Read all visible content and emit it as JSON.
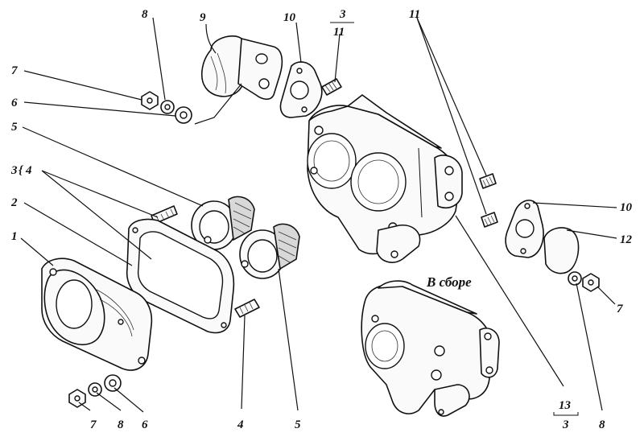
{
  "diagram": {
    "labels": {
      "l8_top": "8",
      "l9": "9",
      "l10_top": "10",
      "l3_11_num": "3",
      "l3_11_den": "11",
      "l11": "11",
      "l7_left": "7",
      "l6_left": "6",
      "l5_left": "5",
      "l3_bracket": "3",
      "l4_bracket": "4",
      "l2": "2",
      "l1": "1",
      "l10_right": "10",
      "l12": "12",
      "l7_right": "7",
      "l7_bottom": "7",
      "l8_bottom": "8",
      "l6_bottom": "6",
      "l4_bottom": "4",
      "l5_bottom": "5",
      "l13_num": "13",
      "l13_den": "3",
      "l8_right_bottom": "8"
    },
    "assembled_caption": "В сборе"
  }
}
